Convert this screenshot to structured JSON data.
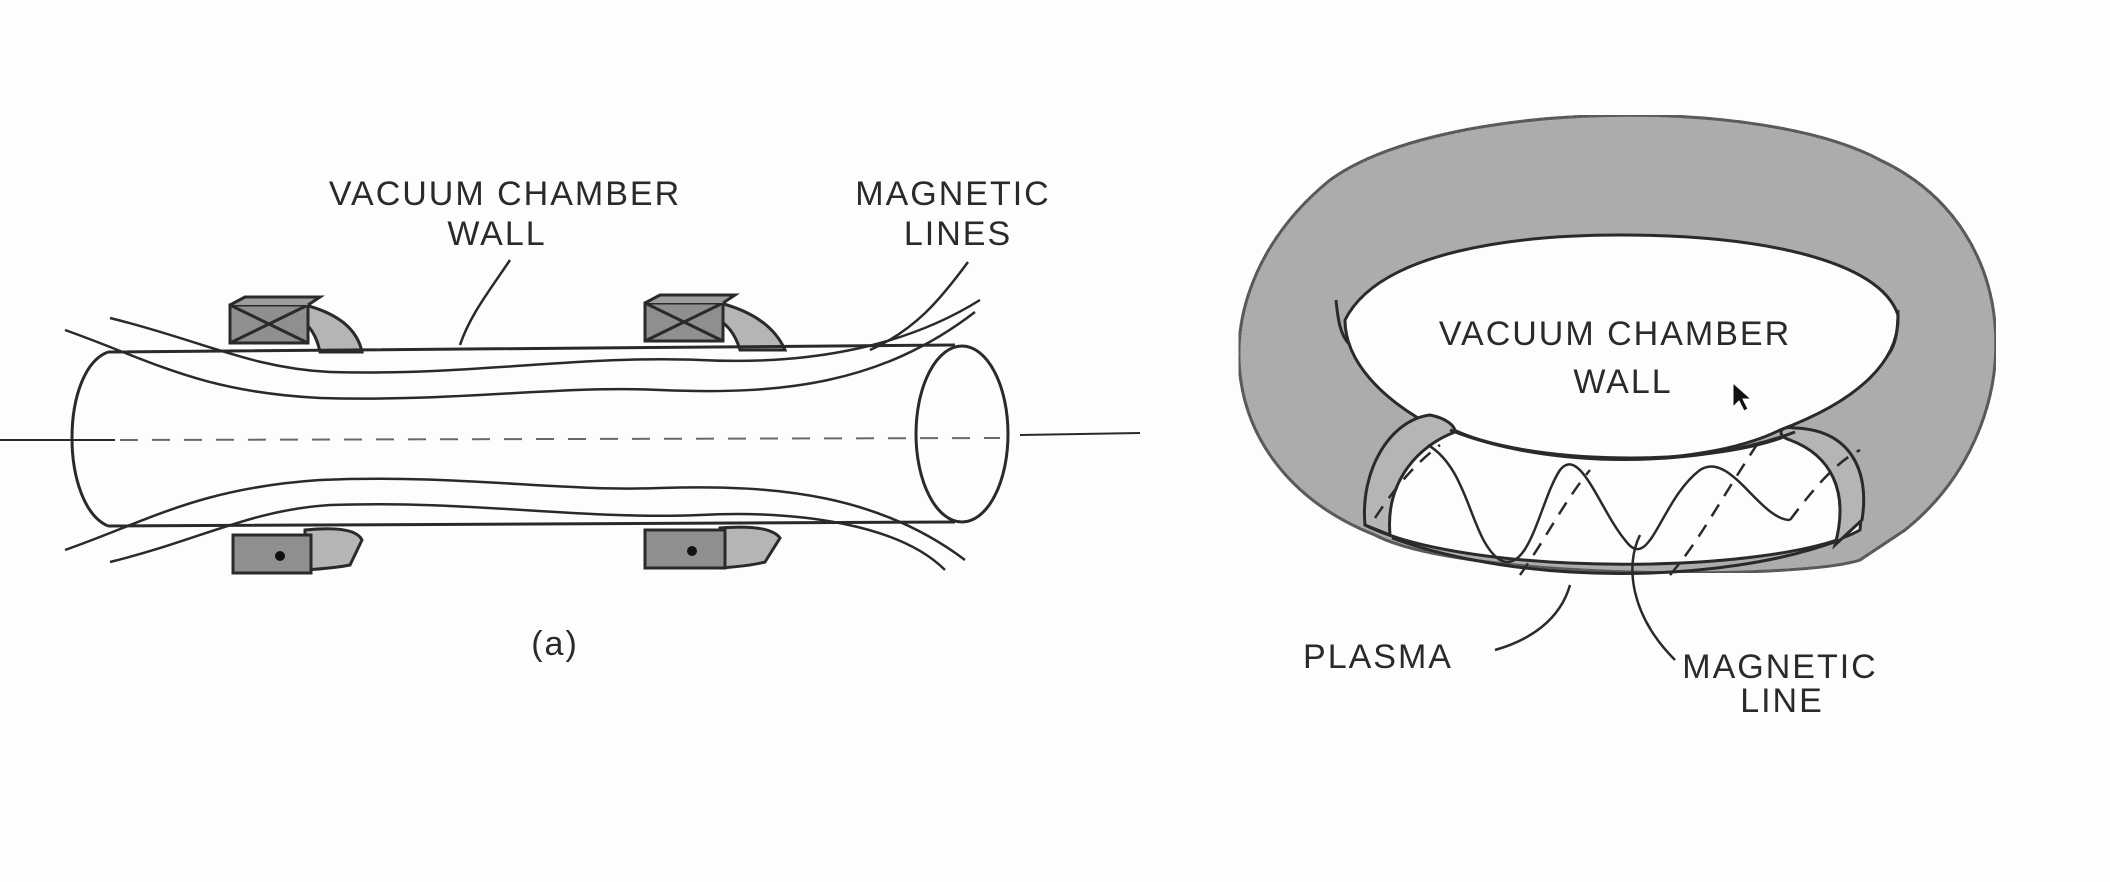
{
  "left_diagram": {
    "label_vacuum_1": "VACUUM CHAMBER",
    "label_vacuum_2": "WALL",
    "label_magnetic_1": "MAGNETIC",
    "label_magnetic_2": "LINES",
    "caption": "(a)"
  },
  "right_diagram": {
    "label_vacuum_1": "VACUUM CHAMBER",
    "label_vacuum_2": "WALL",
    "label_plasma": "PLASMA",
    "label_magnetic_1": "MAGNETIC",
    "label_magnetic_2": "LINE"
  },
  "colors": {
    "ink": "#2a2a2a",
    "torus_fill": "#a9a9a9",
    "magnet_face": "#8f8f8f",
    "magnet_side": "#b5b5b5"
  },
  "icons": [
    "coil-icon",
    "coil-cross-section-icon",
    "coil-dot-section-icon",
    "mouse-pointer-icon"
  ]
}
